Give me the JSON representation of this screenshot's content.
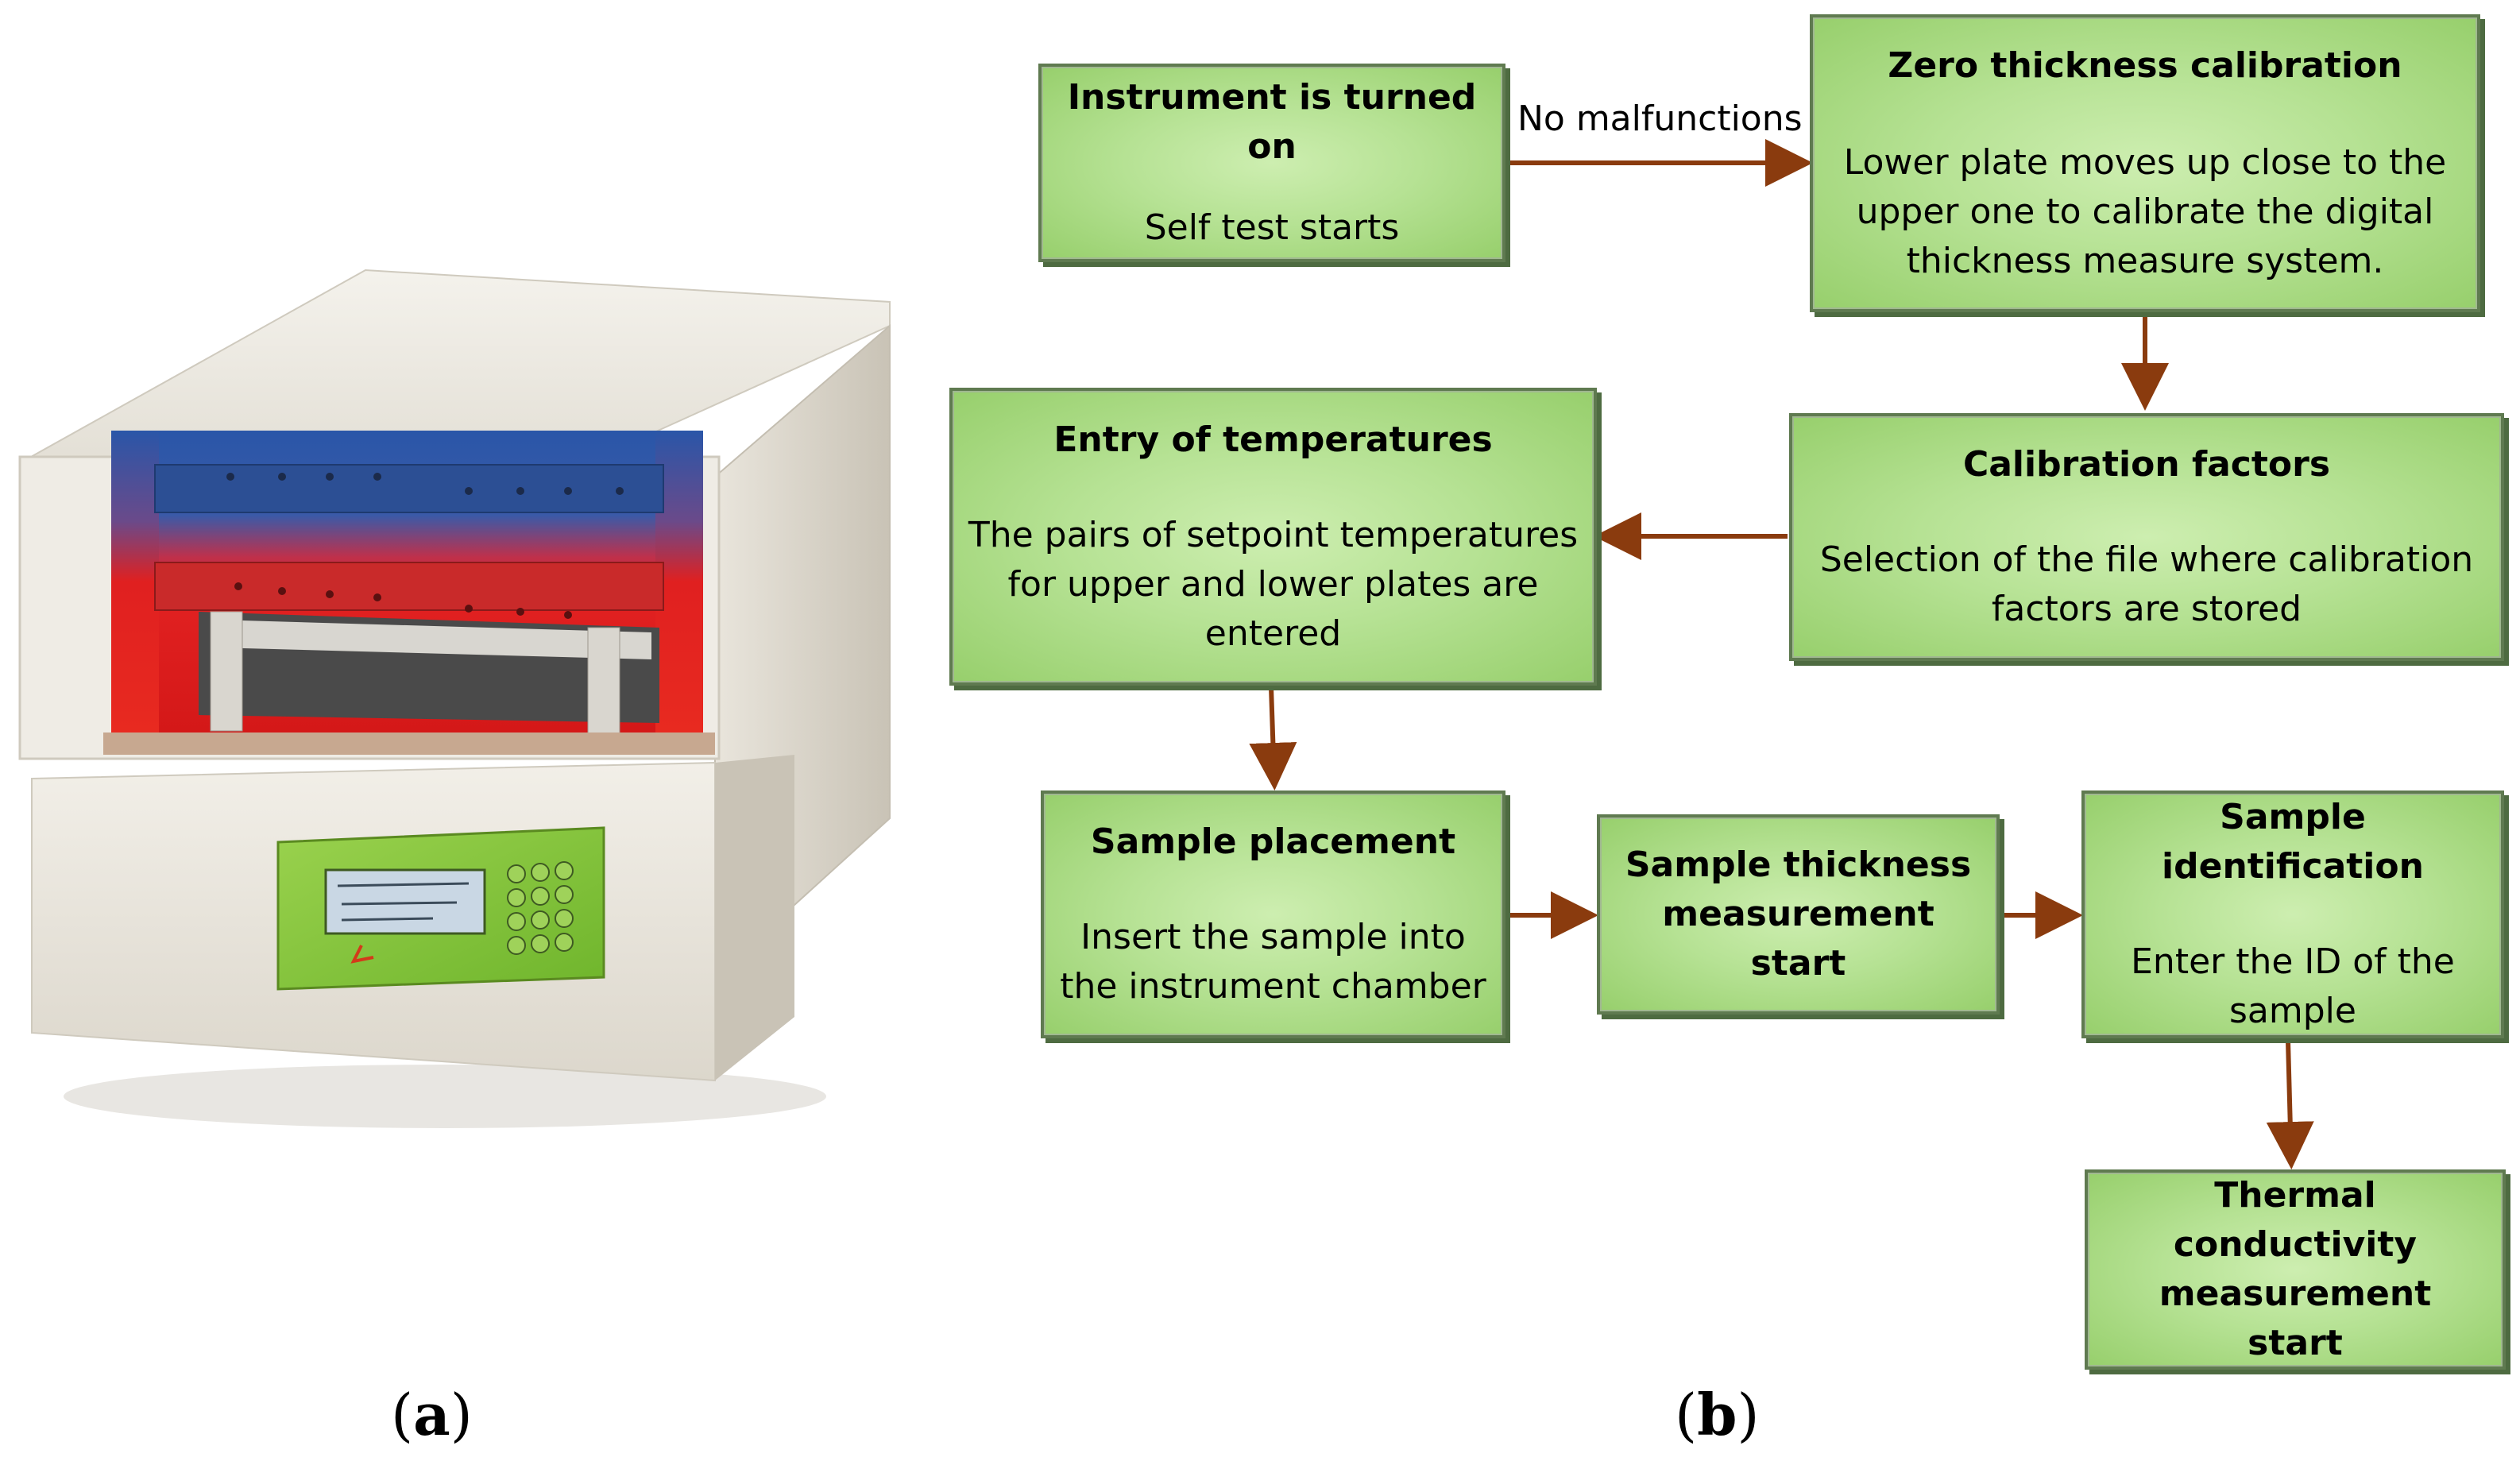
{
  "panels": {
    "a": {
      "open": "(",
      "letter": "a",
      "close": ")"
    },
    "b": {
      "open": "(",
      "letter": "b",
      "close": ")"
    }
  },
  "flowchart": {
    "nodes": {
      "instrument_on": {
        "title": "Instrument is turned on",
        "desc": "Self test starts"
      },
      "zero_thickness": {
        "title": "Zero thickness calibration",
        "desc": "Lower plate moves up close to the\nupper one to calibrate the digital\nthickness measure system."
      },
      "calibration_factors": {
        "title": "Calibration factors",
        "desc": "Selection of the file where calibration\nfactors are stored"
      },
      "entry_temperatures": {
        "title": "Entry of temperatures",
        "desc": "The pairs of setpoint temperatures\nfor upper and lower plates are\nentered"
      },
      "sample_placement": {
        "title": "Sample placement",
        "desc": "Insert the sample into\nthe instrument chamber"
      },
      "sample_thickness": {
        "title": "Sample thickness\nmeasurement\nstart",
        "desc": ""
      },
      "sample_identification": {
        "title": "Sample identification",
        "desc": "Enter the ID of the\nsample"
      },
      "thermal_conductivity": {
        "title": "Thermal conductivity\nmeasurement\nstart",
        "desc": ""
      }
    },
    "edge_labels": {
      "no_malfunctions": "No malfunctions"
    },
    "colors": {
      "arrow": "#8a3b0e",
      "box_fill": "#b6e294",
      "box_border": "#5f7a50"
    }
  },
  "illustration": {
    "name": "thermal conductivity instrument",
    "screen_color": "#7fc13a",
    "hot_color": "#e02020",
    "cold_color": "#2a56a8"
  }
}
